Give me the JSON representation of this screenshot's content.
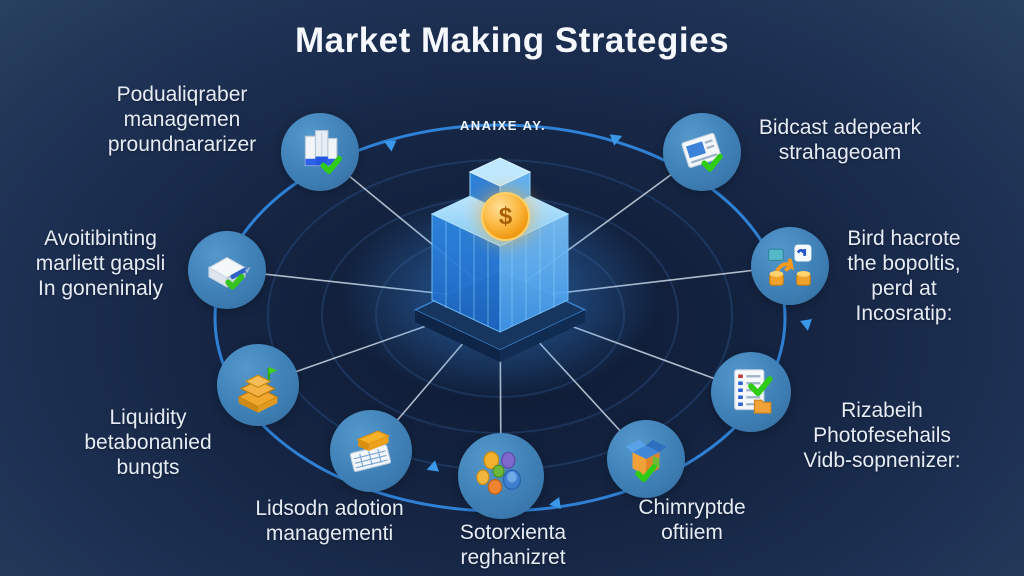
{
  "title": "Market Making Strategies",
  "center": {
    "label": "ANAIXE AY.",
    "coin_symbol": "$",
    "illustration": "glowing-crystal-exchange-building"
  },
  "colors": {
    "background": "#152543",
    "ring_blue": "#2f86dd",
    "node_circle": "#3e80b6",
    "check_green": "#35c31c",
    "coin_orange": "#f5a61e",
    "text": "#e6ecf5"
  },
  "nodes": [
    {
      "icon": "building-check-icon",
      "label": "Podualiqraber\nmanagemen\nproundnararizer"
    },
    {
      "icon": "document-check-icon",
      "label": "Bidcast adepeark\nstrahageoam"
    },
    {
      "icon": "trading-stats-icon",
      "label": "Bird hacrote\nthe bopoltis,\nperd at\nIncosratip:"
    },
    {
      "icon": "checklist-folder-icon",
      "label": "Rizabeih\nPhotofesehails\nVidb-sopnenizer:"
    },
    {
      "icon": "open-box-check-icon",
      "label": "Chimryptde\noftiiem"
    },
    {
      "icon": "crypto-tokens-icon",
      "label": "Sotorxienta\nreghanizret"
    },
    {
      "icon": "ledger-goldbar-icon",
      "label": "Lidsodn adotion\nmanagementi"
    },
    {
      "icon": "gold-stack-icon",
      "label": "Liquidity\nbetabonanied\nbungts"
    },
    {
      "icon": "silver-ingot-check-icon",
      "label": "Avoitibinting\nmarliett gapsli\nIn goneninaly"
    }
  ]
}
